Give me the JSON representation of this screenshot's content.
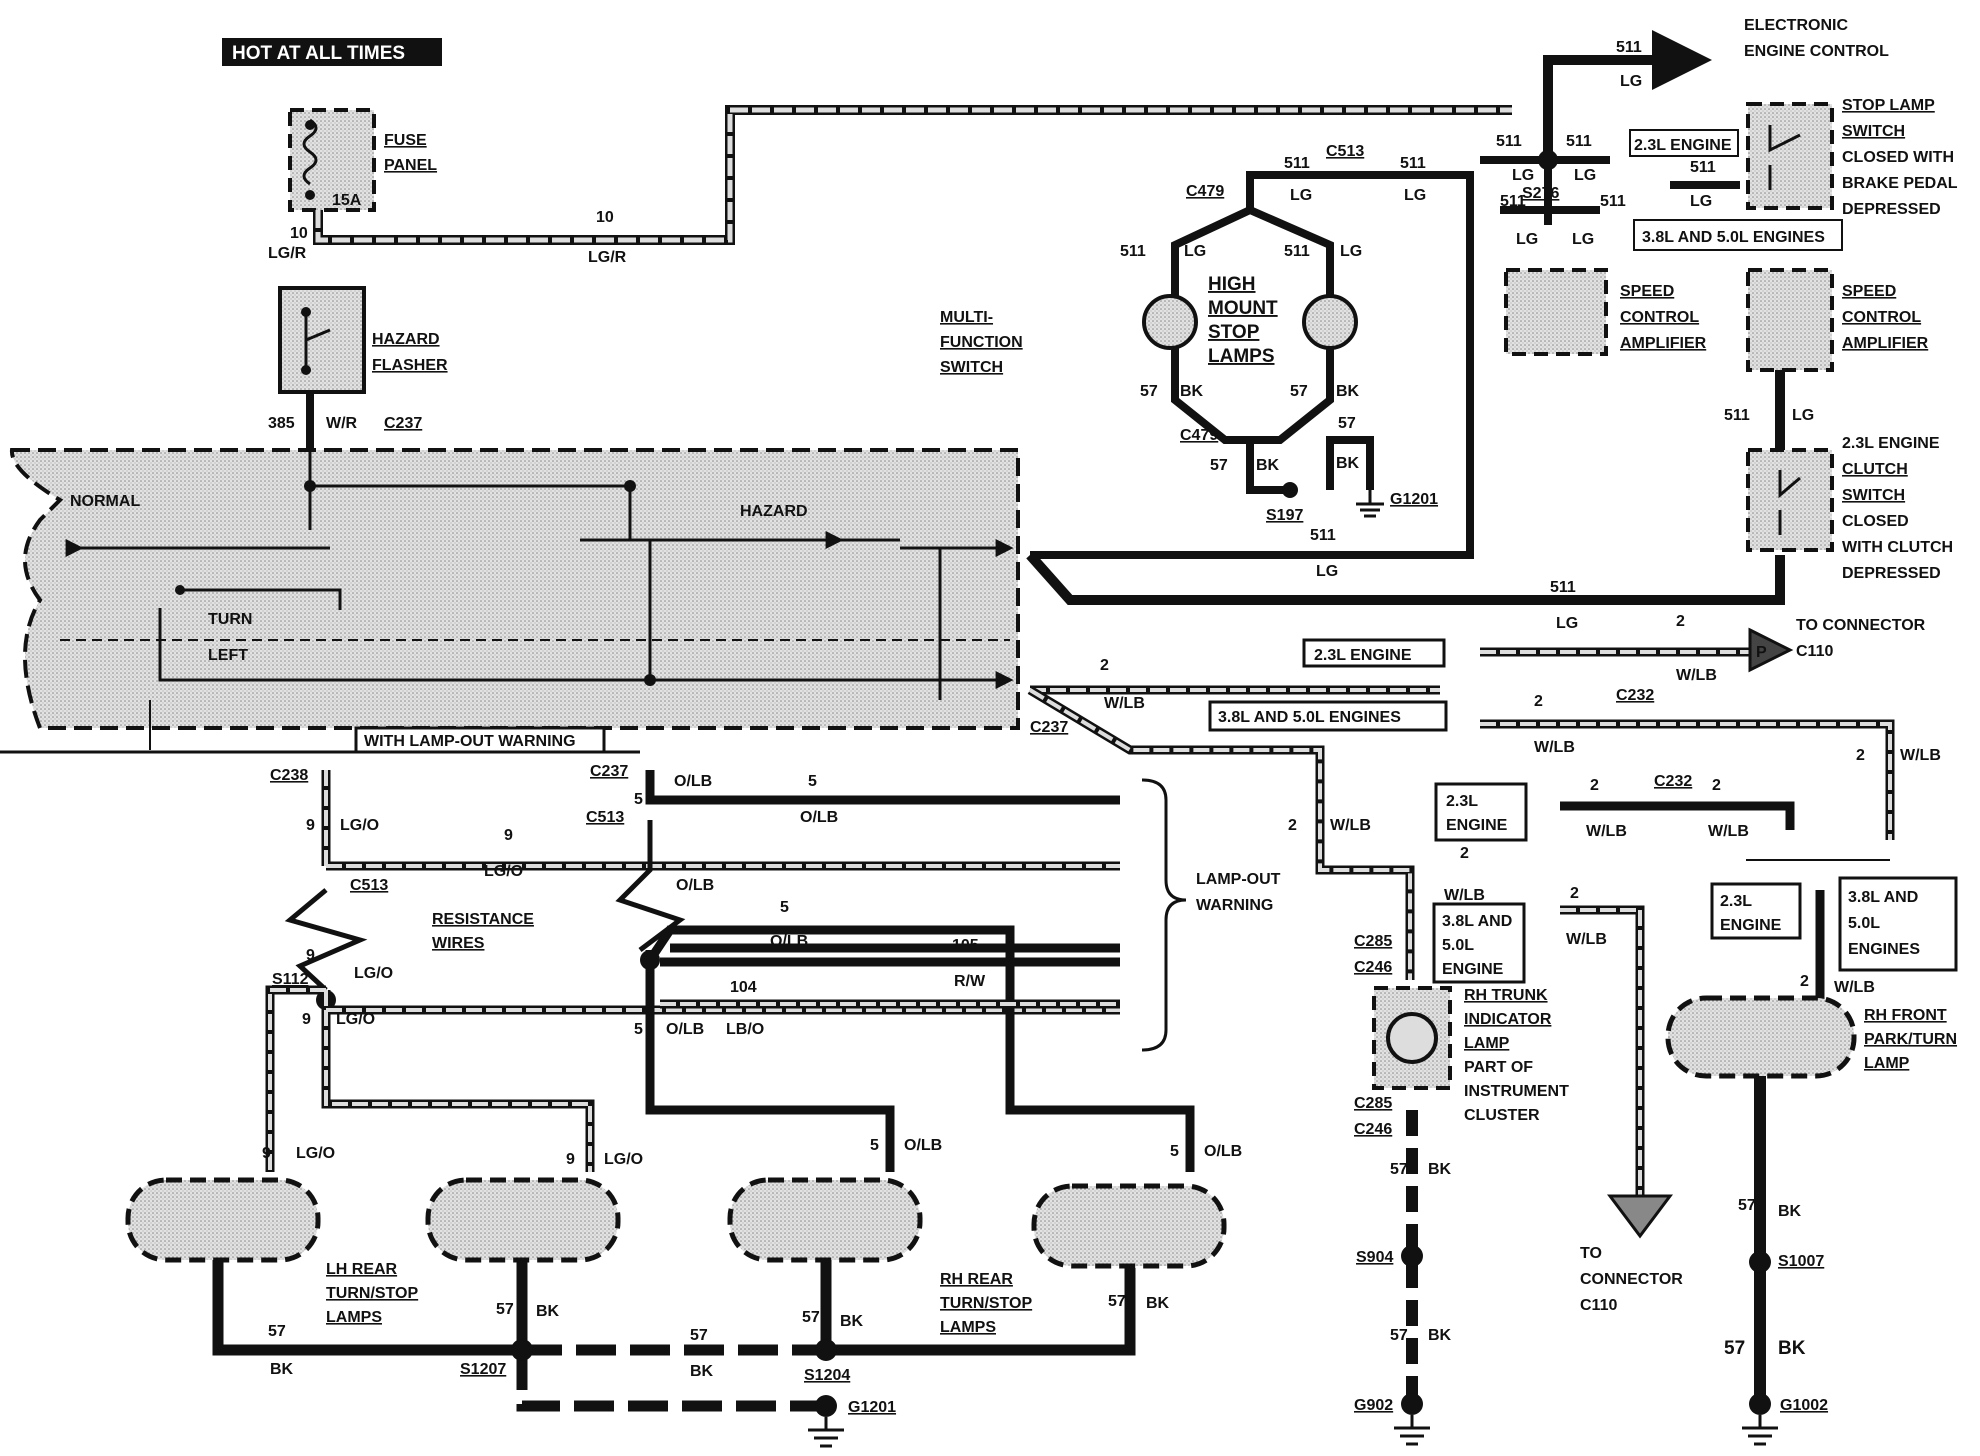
{
  "header": {
    "hot_label": "HOT AT ALL TIMES"
  },
  "labels": {
    "fuse_panel": [
      "FUSE",
      "PANEL"
    ],
    "fuse_rating": "15A",
    "hazard_flasher": [
      "HAZARD",
      "FLASHER"
    ],
    "multi_function_switch": [
      "MULTI-",
      "FUNCTION",
      "SWITCH"
    ],
    "switch_normal": "NORMAL",
    "switch_hazard": "HAZARD",
    "switch_turn": "TURN",
    "switch_left": "LEFT",
    "with_lamp_out": "WITH LAMP-OUT WARNING",
    "resistance_wires": [
      "RESISTANCE",
      "WIRES"
    ],
    "lamp_out_warning": [
      "LAMP-OUT",
      "WARNING"
    ],
    "lh_rear": [
      "LH REAR",
      "TURN/STOP",
      "LAMPS"
    ],
    "rh_rear": [
      "RH REAR",
      "TURN/STOP",
      "LAMPS"
    ],
    "high_mount": [
      "HIGH",
      "MOUNT",
      "STOP",
      "LAMPS"
    ],
    "eec": [
      "ELECTRONIC",
      "ENGINE CONTROL"
    ],
    "stop_lamp_switch": [
      "STOP LAMP",
      "SWITCH",
      "CLOSED WITH",
      "BRAKE PEDAL",
      "DEPRESSED"
    ],
    "engine_23": "2.3L ENGINE",
    "engine_38_50": "3.8L AND 5.0L ENGINES",
    "speed_control": [
      "SPEED",
      "CONTROL",
      "AMPLIFIER"
    ],
    "clutch_switch": [
      "2.3L ENGINE",
      "CLUTCH",
      "SWITCH",
      "CLOSED",
      "WITH CLUTCH",
      "DEPRESSED"
    ],
    "to_connector_c110": [
      "TO CONNECTOR",
      "C110"
    ],
    "to_connector_c110_b": [
      "TO",
      "CONNECTOR",
      "C110"
    ],
    "engine_23_box": [
      "2.3L",
      "ENGINE"
    ],
    "engine_38_box": [
      "3.8L AND",
      "5.0L",
      "ENGINE"
    ],
    "engine_38_box2": [
      "3.8L AND",
      "5.0L",
      "ENGINES"
    ],
    "rh_trunk": [
      "RH TRUNK",
      "INDICATOR",
      "LAMP",
      "PART OF",
      "INSTRUMENT",
      "CLUSTER"
    ],
    "rh_front": [
      "RH FRONT",
      "PARK/TURN",
      "LAMP"
    ],
    "connector_p": "P"
  },
  "connectors": {
    "c237": "C237",
    "c238": "C238",
    "c513": "C513",
    "c479": "C479",
    "c232": "C232",
    "c285": "C285",
    "c246": "C246",
    "s112": "S112",
    "s1207": "S1207",
    "s1204": "S1204",
    "s197": "S197",
    "s276": "S276",
    "s904": "S904",
    "s1007": "S1007",
    "g1201": "G1201",
    "g902": "G902",
    "g1002": "G1002"
  },
  "wires": {
    "w10": "10",
    "lgr": "LG/R",
    "w385": "385",
    "wr": "W/R",
    "w511": "511",
    "lg": "LG",
    "w57": "57",
    "bk": "BK",
    "w2": "2",
    "wlb": "W/LB",
    "w9": "9",
    "lgo": "LG/O",
    "w5": "5",
    "olb": "O/LB",
    "w105": "105",
    "rw": "R/W",
    "w104": "104",
    "lbo": "LB/O"
  }
}
